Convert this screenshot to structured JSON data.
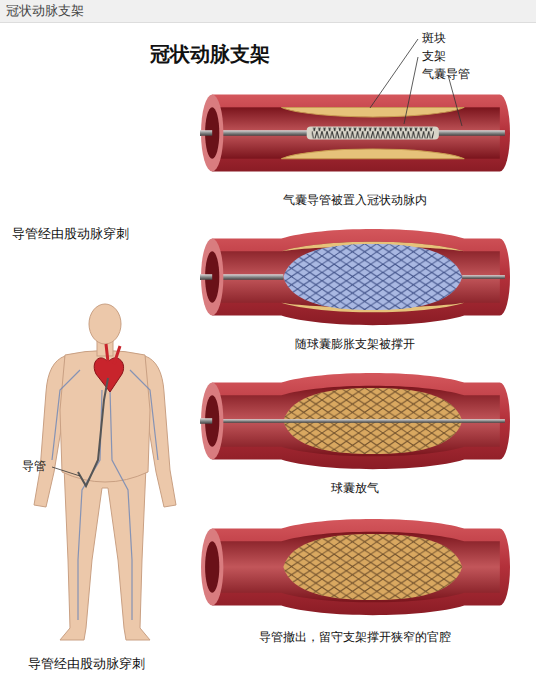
{
  "diagram": {
    "title": "冠状动脉支架",
    "labels": [
      "冠状动脉支架",
      "斑块",
      "支架",
      "气囊导管",
      "气囊导管被置入冠状动脉内",
      "导管经由股动脉穿刺",
      "随球囊膨胀支架被撑开",
      "球囊放气",
      "导管",
      "导管撤出，留守支架撑开狭窄的官腔",
      "导管经由股动脉穿刺"
    ]
  }
}
